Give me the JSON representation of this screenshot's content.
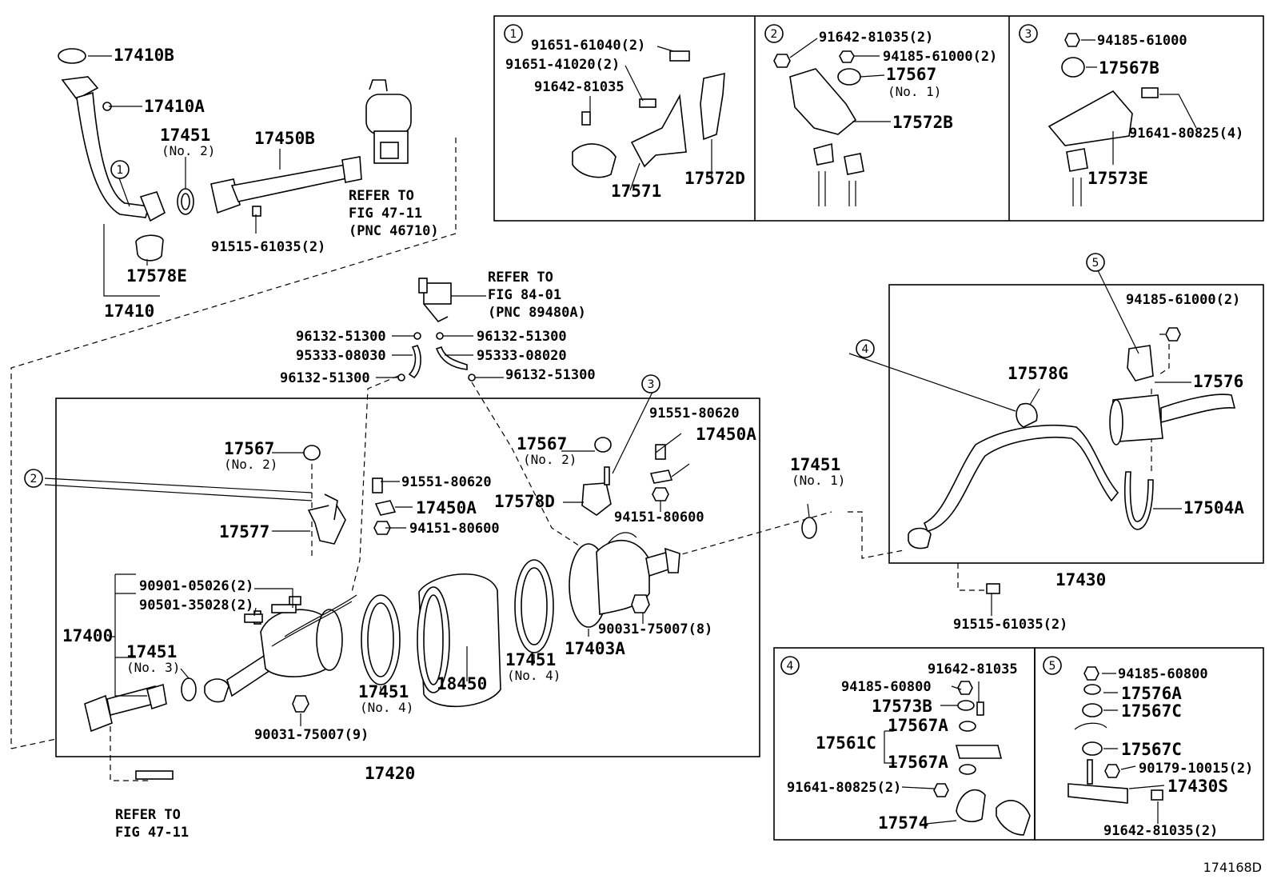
{
  "figure_id": "174168D",
  "callouts": {
    "c1": "1",
    "c2": "2",
    "c3": "3",
    "c4": "4",
    "c5": "5"
  },
  "refer": {
    "r1_line1": "REFER TO",
    "r1_line2": "FIG 47-11",
    "r1_line3": "(PNC 46710)",
    "r2_line1": "REFER TO",
    "r2_line2": "FIG 84-01",
    "r2_line3": "(PNC 89480A)",
    "r3_line1": "REFER TO",
    "r3_line2": "FIG 47-11"
  },
  "labels": {
    "p17410B": "17410B",
    "p17410A": "17410A",
    "p17451_a": "17451",
    "no2_a": "(No. 2)",
    "p17450B": "17450B",
    "p91515_a": "91515-61035(2)",
    "p17578E": "17578E",
    "p17410": "17410",
    "p96132_1": "96132-51300",
    "p96132_2": "96132-51300",
    "p96132_3": "96132-51300",
    "p96132_4": "96132-51300",
    "p95333_08030": "95333-08030",
    "p95333_08020": "95333-08020",
    "p17567_l": "17567",
    "no2_b": "(No. 2)",
    "p91551_l": "91551-80620",
    "p17450A_l": "17450A",
    "p94151_l": "94151-80600",
    "p17577": "17577",
    "p17567_r": "17567",
    "no2_c": "(No. 2)",
    "p91551_r": "91551-80620",
    "p17450A_r": "17450A",
    "p17578D": "17578D",
    "p94151_r": "94151-80600",
    "p17400": "17400",
    "p90901": "90901-05026(2)",
    "p90501": "90501-35028(2)",
    "p17451_no3": "17451",
    "no3": "(No. 3)",
    "p17451_no4a": "17451",
    "no4_a": "(No. 4)",
    "p18450": "18450",
    "p17451_no4b": "17451",
    "no4_b": "(No. 4)",
    "p17403A": "17403A",
    "p90031_8": "90031-75007(8)",
    "p90031_9": "90031-75007(9)",
    "p17420": "17420",
    "p17451_no1": "17451",
    "no1": "(No. 1)",
    "p17578G": "17578G",
    "p94185_r": "94185-61000(2)",
    "p17576": "17576",
    "p17504A": "17504A",
    "p17430": "17430",
    "p91515_b": "91515-61035(2)",
    "i1_91651_61040": "91651-61040(2)",
    "i1_91651_41020": "91651-41020(2)",
    "i1_91642": "91642-81035",
    "i1_17571": "17571",
    "i1_17572D": "17572D",
    "i2_91642": "91642-81035(2)",
    "i2_94185": "94185-61000(2)",
    "i2_17567": "17567",
    "i2_no1": "(No. 1)",
    "i2_17572B": "17572B",
    "i3_94185": "94185-61000",
    "i3_17567B": "17567B",
    "i3_91641": "91641-80825(4)",
    "i3_17573E": "17573E",
    "i4_91642": "91642-81035",
    "i4_94185": "94185-60800",
    "i4_17573B": "17573B",
    "i4_17567A_1": "17567A",
    "i4_17561C": "17561C",
    "i4_17567A_2": "17567A",
    "i4_91641": "91641-80825(2)",
    "i4_17574": "17574",
    "i5_94185": "94185-60800",
    "i5_17576A": "17576A",
    "i5_17567C_1": "17567C",
    "i5_17567C_2": "17567C",
    "i5_90179": "90179-10015(2)",
    "i5_17430S": "17430S",
    "i5_91642": "91642-81035(2)"
  }
}
